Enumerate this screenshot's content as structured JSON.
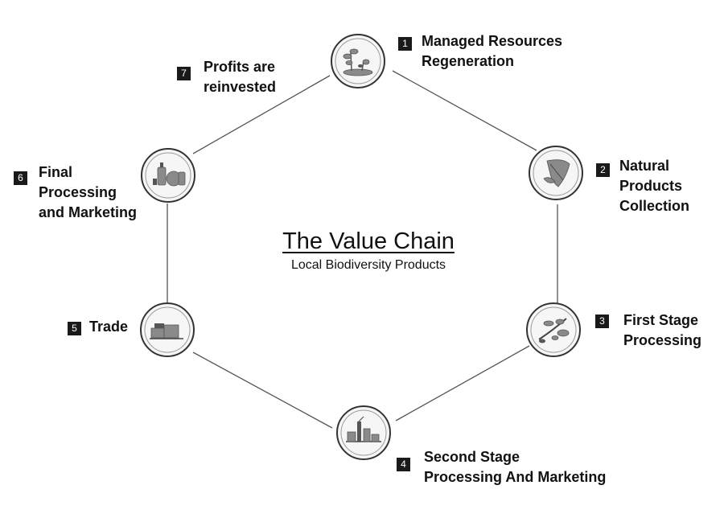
{
  "title": "The Value Chain",
  "subtitle": "Local Biodiversity Products",
  "steps": [
    {
      "number": "1",
      "label": "Managed Resources\nRegeneration",
      "icon": "plants-illustration-icon"
    },
    {
      "number": "2",
      "label": "Natural\nProducts\nCollection",
      "icon": "leaf-bundle-illustration-icon"
    },
    {
      "number": "3",
      "label": "First Stage\nProcessing",
      "icon": "branches-illustration-icon"
    },
    {
      "number": "4",
      "label": "Second Stage\nProcessing And Marketing",
      "icon": "factory-illustration-icon"
    },
    {
      "number": "5",
      "label": "Trade",
      "icon": "crates-illustration-icon"
    },
    {
      "number": "6",
      "label": "Final\nProcessing\nand Marketing",
      "icon": "bottles-illustration-icon"
    },
    {
      "number": "7",
      "label": "Profits are\nreinvested",
      "icon": "none"
    }
  ]
}
